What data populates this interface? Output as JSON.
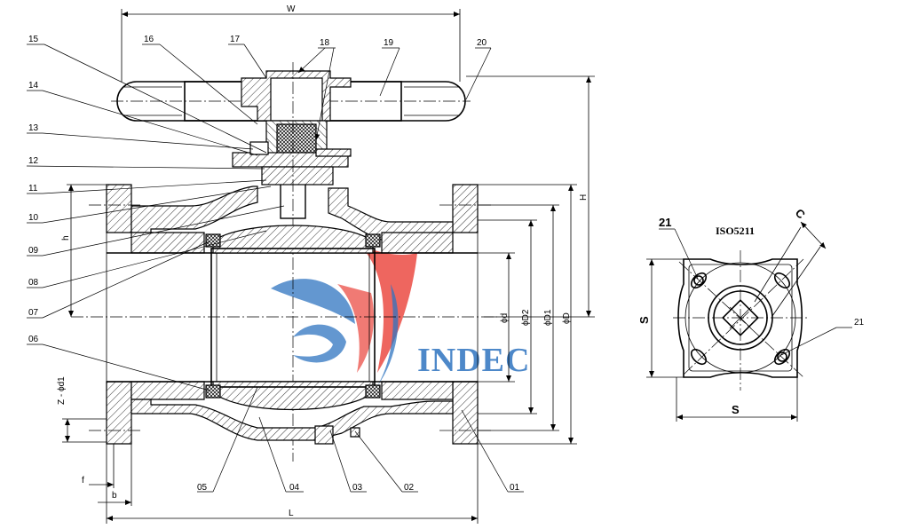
{
  "parts": [
    "01",
    "02",
    "03",
    "04",
    "05",
    "06",
    "07",
    "08",
    "09",
    "10",
    "11",
    "12",
    "13",
    "14",
    "15",
    "16",
    "17",
    "18",
    "19",
    "20",
    "21"
  ],
  "dimensions": {
    "W": "W",
    "H": "H",
    "h": "h",
    "L": "L",
    "f": "f",
    "b": "b",
    "zd1": "Z - ϕd1",
    "d": "ϕd",
    "D2": "ϕD2",
    "D1": "ϕD1",
    "D": "ϕD",
    "S_vertical": "S",
    "S_horizontal": "S",
    "C": "C"
  },
  "top_view": {
    "standard": "ISO5211",
    "label_21_top": "21",
    "label_21_right": "21"
  },
  "logo": {
    "text": "INDEC",
    "colors": {
      "red": "#e8332a",
      "blue": "#2f74c0",
      "text": "#2f74c0"
    }
  }
}
